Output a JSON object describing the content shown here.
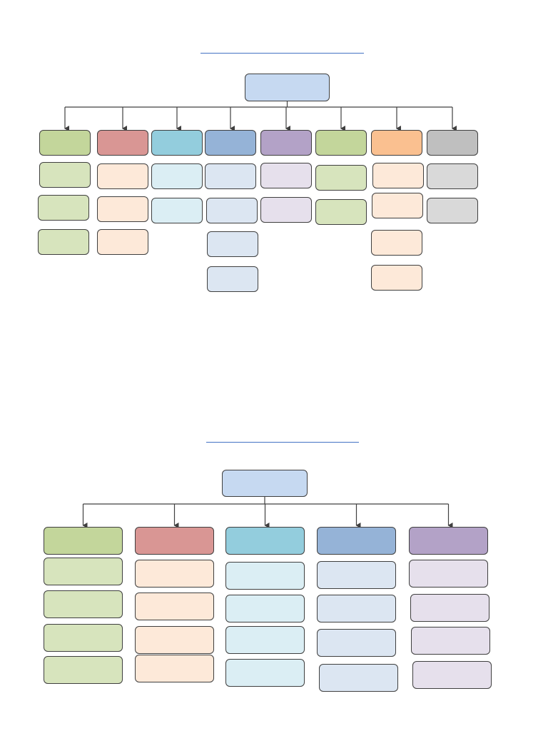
{
  "colors": {
    "root": "#c6d9f1",
    "title_underline": "#4472c4",
    "connector": "#404040",
    "green_header": "#c3d69b",
    "green_cell": "#d7e4bd",
    "red_header": "#d99694",
    "red_cell": "#fde9d9",
    "cyan_header": "#93cddd",
    "cyan_cell": "#dbeef4",
    "blue_header": "#95b3d7",
    "blue_cell": "#dce6f2",
    "purple_header": "#b3a2c7",
    "purple_cell": "#e6e0ec",
    "orange_header": "#fac090",
    "orange_cell": "#fde9d9",
    "gray_header": "#bfbfbf",
    "gray_cell": "#d9d9d9"
  },
  "diagrams": [
    {
      "name": "chart-1",
      "title": "",
      "root": {
        "label": ""
      },
      "columns": [
        {
          "color": "green",
          "header": "",
          "cells": [
            "",
            "",
            ""
          ]
        },
        {
          "color": "red",
          "header": "",
          "cells": [
            "",
            "",
            ""
          ]
        },
        {
          "color": "cyan",
          "header": "",
          "cells": [
            "",
            ""
          ]
        },
        {
          "color": "blue",
          "header": "",
          "cells": [
            "",
            "",
            "",
            ""
          ]
        },
        {
          "color": "purple",
          "header": "",
          "cells": [
            "",
            ""
          ]
        },
        {
          "color": "green",
          "header": "",
          "cells": [
            "",
            ""
          ]
        },
        {
          "color": "orange",
          "header": "",
          "cells": [
            "",
            "",
            "",
            ""
          ]
        },
        {
          "color": "gray",
          "header": "",
          "cells": [
            "",
            ""
          ]
        }
      ]
    },
    {
      "name": "chart-2",
      "title": "",
      "root": {
        "label": ""
      },
      "columns": [
        {
          "color": "green",
          "header": "",
          "cells": [
            "",
            "",
            "",
            ""
          ]
        },
        {
          "color": "red",
          "header": "",
          "cells": [
            "",
            "",
            "",
            ""
          ]
        },
        {
          "color": "cyan",
          "header": "",
          "cells": [
            "",
            "",
            "",
            ""
          ]
        },
        {
          "color": "blue",
          "header": "",
          "cells": [
            "",
            "",
            "",
            ""
          ]
        },
        {
          "color": "purple",
          "header": "",
          "cells": [
            "",
            "",
            "",
            ""
          ]
        }
      ]
    }
  ]
}
